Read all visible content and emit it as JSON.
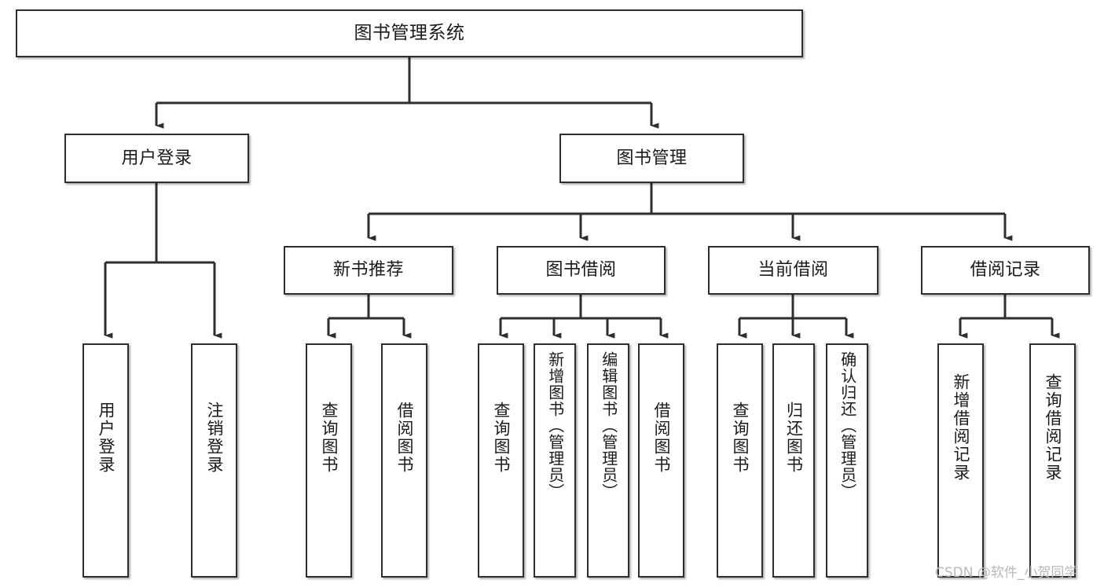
{
  "diagram": {
    "type": "tree-hierarchy-flowchart",
    "root": {
      "id": "root",
      "label": "图书管理系统"
    },
    "level2": [
      {
        "id": "user-login",
        "label": "用户登录"
      },
      {
        "id": "book-management",
        "label": "图书管理"
      }
    ],
    "level3": [
      {
        "id": "new-book-recommend",
        "label": "新书推荐",
        "parent": "book-management"
      },
      {
        "id": "book-borrow",
        "label": "图书借阅",
        "parent": "book-management"
      },
      {
        "id": "current-borrow",
        "label": "当前借阅",
        "parent": "book-management"
      },
      {
        "id": "borrow-record",
        "label": "借阅记录",
        "parent": "book-management"
      }
    ],
    "leaves": [
      {
        "id": "leaf-user-login",
        "label": "用户登录",
        "parent": "user-login"
      },
      {
        "id": "leaf-logout-login",
        "label": "注销登录",
        "parent": "user-login"
      },
      {
        "id": "leaf-query-book-1",
        "label": "查询图书",
        "parent": "new-book-recommend"
      },
      {
        "id": "leaf-borrow-book-1",
        "label": "借阅图书",
        "parent": "new-book-recommend"
      },
      {
        "id": "leaf-query-book-2",
        "label": "查询图书",
        "parent": "book-borrow"
      },
      {
        "id": "leaf-add-book",
        "label": "新增图书（管理员）",
        "parent": "book-borrow"
      },
      {
        "id": "leaf-edit-book",
        "label": "编辑图书（管理员）",
        "parent": "book-borrow"
      },
      {
        "id": "leaf-borrow-book-2",
        "label": "借阅图书",
        "parent": "book-borrow"
      },
      {
        "id": "leaf-query-book-3",
        "label": "查询图书",
        "parent": "current-borrow"
      },
      {
        "id": "leaf-return-book",
        "label": "归还图书",
        "parent": "current-borrow"
      },
      {
        "id": "leaf-confirm-return",
        "label": "确认归还（管理员）",
        "parent": "current-borrow"
      },
      {
        "id": "leaf-add-record",
        "label": "新增借阅记录",
        "parent": "borrow-record"
      },
      {
        "id": "leaf-query-record",
        "label": "查询借阅记录",
        "parent": "borrow-record"
      }
    ]
  },
  "watermark": {
    "text": "CSDN @软件_小贺同学"
  },
  "colors": {
    "stroke": "#2e2e2e",
    "box_fill": "#ffffff",
    "text": "#1a1a1a",
    "watermark": "#b9b9b9",
    "page_background": "#ffffff"
  }
}
